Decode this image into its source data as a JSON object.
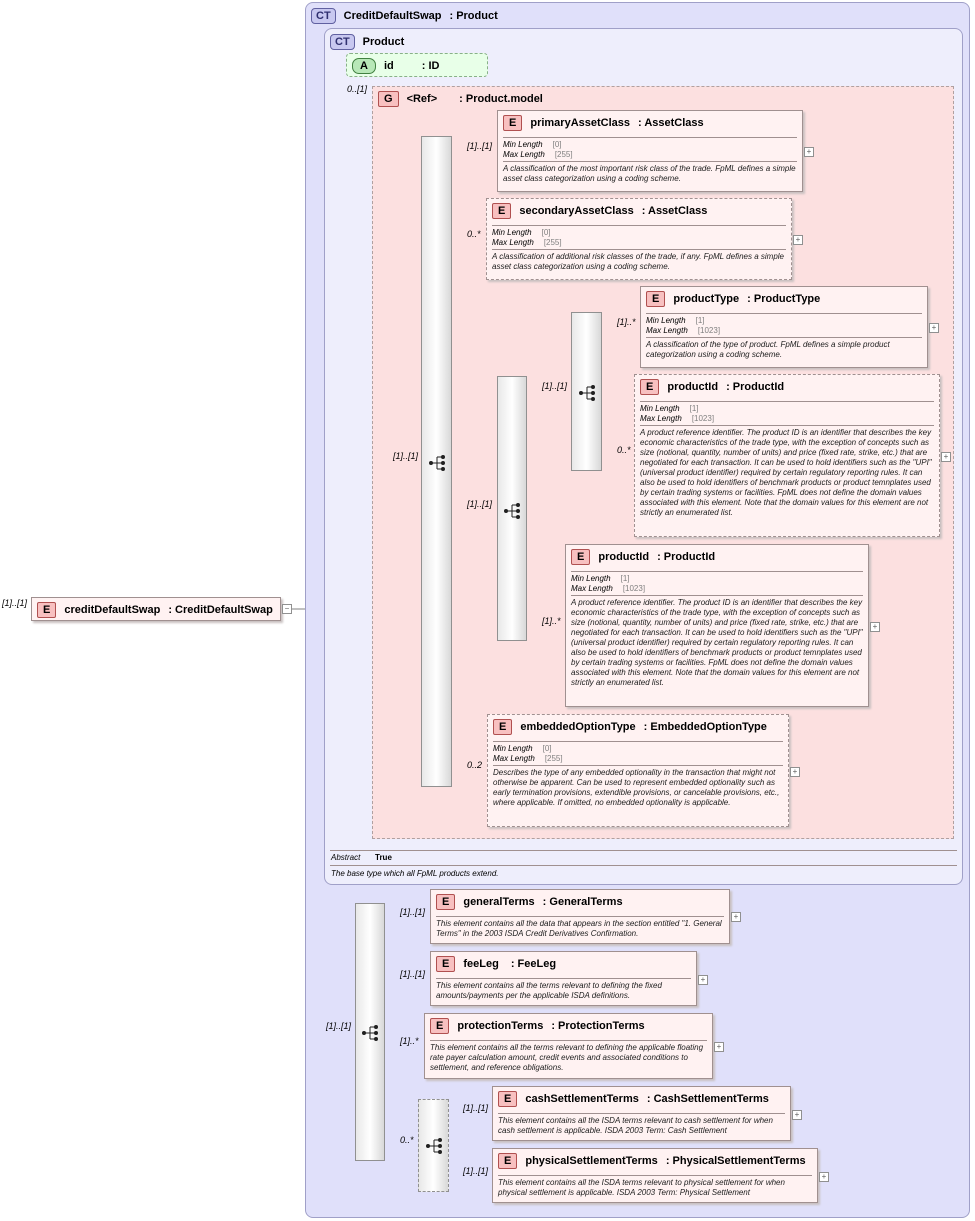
{
  "root": {
    "badge": "E",
    "name": "creditDefaultSwap",
    "type": ": CreditDefaultSwap",
    "card": "[1]..[1]"
  },
  "outer_ct": {
    "badge": "CT",
    "name": "CreditDefaultSwap",
    "type": ": Product"
  },
  "inner_ct": {
    "badge": "CT",
    "name": "Product",
    "abstract_label": "Abstract",
    "abstract_value": "True",
    "doc": "The base type which all FpML products extend."
  },
  "attr_id": {
    "badge": "A",
    "name": "id",
    "type": ": ID",
    "card": "0..[1]"
  },
  "group": {
    "badge": "G",
    "name": "<Ref>",
    "type": ": Product.model"
  },
  "labels": {
    "min_length": "Min Length",
    "max_length": "Max Length"
  },
  "cards": {
    "model_seq": "[1]..[1]",
    "primary": "[1]..[1]",
    "secondary": "0..*",
    "choice": "[1]..[1]",
    "inner_seq": "[1]..[1]",
    "productType": "[1]..*",
    "productId1": "0..*",
    "productId2": "[1]..*",
    "embedded": "0..2",
    "bottom_seq": "[1]..[1]",
    "generalTerms": "[1]..[1]",
    "feeLeg": "[1]..[1]",
    "protectionTerms": "[1]..*",
    "settle_choice": "0..*",
    "cashSettlementTerms": "[1]..[1]",
    "physicalSettlementTerms": "[1]..[1]"
  },
  "elements": {
    "primaryAssetClass": {
      "badge": "E",
      "name": "primaryAssetClass",
      "type": ": AssetClass",
      "min": "[0]",
      "max": "[255]",
      "desc": "A classification of the most important risk class of the trade. FpML defines a simple asset class categorization using a coding scheme."
    },
    "secondaryAssetClass": {
      "badge": "E",
      "name": "secondaryAssetClass",
      "type": ": AssetClass",
      "min": "[0]",
      "max": "[255]",
      "desc": "A classification of additional risk classes of the trade, if any. FpML defines a simple asset class categorization using a coding scheme."
    },
    "productType": {
      "badge": "E",
      "name": "productType",
      "type": ": ProductType",
      "min": "[1]",
      "max": "[1023]",
      "desc": "A classification of the type of product. FpML defines a simple product categorization using a coding scheme."
    },
    "productId1": {
      "badge": "E",
      "name": "productId",
      "type": ": ProductId",
      "min": "[1]",
      "max": "[1023]",
      "desc": "A product reference identifier. The product ID is an identifier that describes the key economic characteristics of the trade type, with the exception of concepts such as size (notional, quantity, number of units) and price (fixed rate, strike, etc.) that are negotiated for each transaction. It can be used to hold identifiers such as the \"UPI\" (universal product identifier) required by certain regulatory reporting rules. It can also be used to hold identifiers of benchmark products or product temnplates used by certain trading systems or facilities. FpML does not define the domain values associated with this element. Note that the domain values for this element are not strictly an enumerated list."
    },
    "productId2": {
      "badge": "E",
      "name": "productId",
      "type": ": ProductId",
      "min": "[1]",
      "max": "[1023]",
      "desc": "A product reference identifier. The product ID is an identifier that describes the key economic characteristics of the trade type, with the exception of concepts such as size (notional, quantity, number of units) and price (fixed rate, strike, etc.) that are negotiated for each transaction. It can be used to hold identifiers such as the \"UPI\" (universal product identifier) required by certain regulatory reporting rules. It can also be used to hold identifiers of benchmark products or product temnplates used by certain trading systems or facilities. FpML does not define the domain values associated with this element. Note that the domain values for this element are not strictly an enumerated list."
    },
    "embeddedOptionType": {
      "badge": "E",
      "name": "embeddedOptionType",
      "type": ": EmbeddedOptionType",
      "min": "[0]",
      "max": "[255]",
      "desc": "Describes the type of any embedded optionality in the transaction that might not otherwise be apparent. Can be used to represent embedded optionality such as early termination provisions, extendible provisions, or cancelable provisions, etc., where applicable. If omitted, no embedded optionality is applicable."
    },
    "generalTerms": {
      "badge": "E",
      "name": "generalTerms",
      "type": ": GeneralTerms",
      "desc": "This element contains all the data that appears in the section entitled \"1. General Terms\" in the 2003 ISDA Credit Derivatives Confirmation."
    },
    "feeLeg": {
      "badge": "E",
      "name": "feeLeg",
      "type": ": FeeLeg",
      "desc": "This element contains all the terms relevant to defining the fixed amounts/payments per the applicable ISDA definitions."
    },
    "protectionTerms": {
      "badge": "E",
      "name": "protectionTerms",
      "type": ": ProtectionTerms",
      "desc": "This element contains all the terms relevant to defining the applicable floating rate payer calculation amount, credit events and associated conditions to settlement, and reference obligations."
    },
    "cashSettlementTerms": {
      "badge": "E",
      "name": "cashSettlementTerms",
      "type": ": CashSettlementTerms",
      "desc": "This element contains all the ISDA terms relevant to cash settlement for when cash settlement is applicable. ISDA 2003 Term: Cash Settlement"
    },
    "physicalSettlementTerms": {
      "badge": "E",
      "name": "physicalSettlementTerms",
      "type": ": PhysicalSettlementTerms",
      "desc": "This element contains all the ISDA terms relevant to physical settlement for when physical settlement is applicable. ISDA 2003 Term: Physical Settlement"
    }
  }
}
